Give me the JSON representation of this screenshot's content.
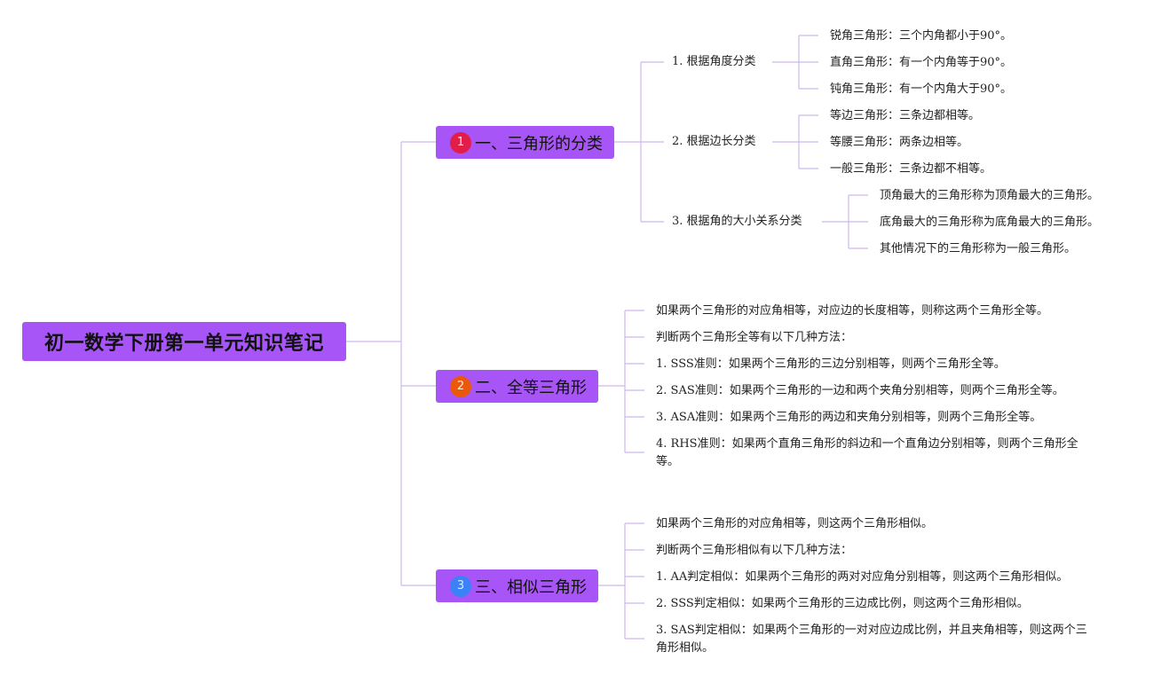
{
  "root": {
    "title": "初一数学下册第一单元知识笔记"
  },
  "branches": [
    {
      "badge": "1",
      "label": "一、三角形的分类",
      "subs": [
        {
          "label": "1. 根据角度分类",
          "leaves": [
            "锐角三角形：三个内角都小于90°。",
            "直角三角形：有一个内角等于90°。",
            "钝角三角形：有一个内角大于90°。"
          ]
        },
        {
          "label": "2. 根据边长分类",
          "leaves": [
            "等边三角形：三条边都相等。",
            "等腰三角形：两条边相等。",
            "一般三角形：三条边都不相等。"
          ]
        },
        {
          "label": "3. 根据角的大小关系分类",
          "leaves": [
            "顶角最大的三角形称为顶角最大的三角形。",
            "底角最大的三角形称为底角最大的三角形。",
            "其他情况下的三角形称为一般三角形。"
          ]
        }
      ]
    },
    {
      "badge": "2",
      "label": "二、全等三角形",
      "leaves": [
        "如果两个三角形的对应角相等，对应边的长度相等，则称这两个三角形全等。",
        "判断两个三角形全等有以下几种方法：",
        "1. SSS准则：如果两个三角形的三边分别相等，则两个三角形全等。",
        "2. SAS准则：如果两个三角形的一边和两个夹角分别相等，则两个三角形全等。",
        "3. ASA准则：如果两个三角形的两边和夹角分别相等，则两个三角形全等。",
        "4. RHS准则：如果两个直角三角形的斜边和一个直角边分别相等，则两个三角形全等。"
      ]
    },
    {
      "badge": "3",
      "label": "三、相似三角形",
      "leaves": [
        "如果两个三角形的对应角相等，则这两个三角形相似。",
        "判断两个三角形相似有以下几种方法：",
        "1. AA判定相似：如果两个三角形的两对对应角分别相等，则这两个三角形相似。",
        "2. SSS判定相似：如果两个三角形的三边成比例，则这两个三角形相似。",
        "3. SAS判定相似：如果两个三角形的一对对应边成比例，并且夹角相等，则这两个三角形相似。"
      ]
    }
  ],
  "colors": {
    "node": "#a855f7",
    "line": "#c4b5fd",
    "badge1": "#e11d48",
    "badge2": "#ea580c",
    "badge3": "#3b82f6"
  }
}
